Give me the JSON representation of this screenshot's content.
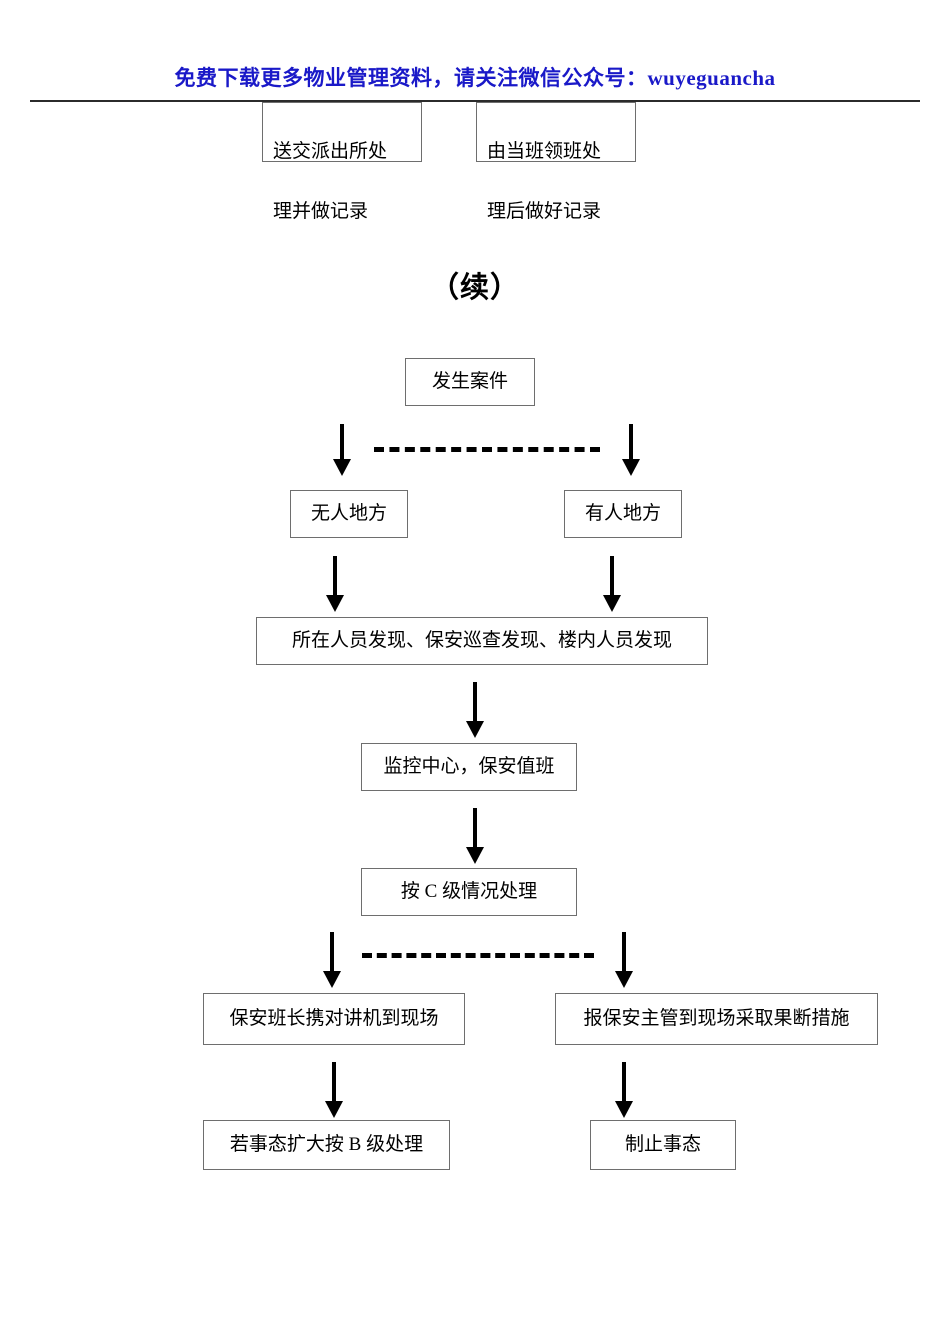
{
  "document": {
    "promo_header": "免费下载更多物业管理资料，请关注微信公众号：wuyeguancha",
    "section_title": "（续）",
    "colors": {
      "promo_text": "#1a19c8",
      "rule": "#2b2b2b",
      "box_border": "#6e6e6e",
      "flow_line": "#000000",
      "page_background": "#ffffff"
    }
  },
  "top_boxes": [
    {
      "line1": "送交派出所处",
      "line2": "理并做记录"
    },
    {
      "line1": "由当班领班处",
      "line2": "理后做好记录"
    }
  ],
  "flowchart": {
    "type": "flowchart",
    "nodes": [
      {
        "id": "start",
        "label": "发生案件"
      },
      {
        "id": "no-person",
        "label": "无人地方"
      },
      {
        "id": "has-person",
        "label": "有人地方"
      },
      {
        "id": "discovery",
        "label": "所在人员发现、保安巡查发现、楼内人员发现"
      },
      {
        "id": "monitor",
        "label": "监控中心，保安值班"
      },
      {
        "id": "level-c",
        "label": "按 C 级情况处理"
      },
      {
        "id": "guard-leader",
        "label": "保安班长携对讲机到现场"
      },
      {
        "id": "report-super",
        "label": "报保安主管到现场采取果断措施"
      },
      {
        "id": "escalate-b",
        "label": "若事态扩大按 B 级处理"
      },
      {
        "id": "stop-event",
        "label": "制止事态"
      }
    ],
    "edges": [
      {
        "from": "start",
        "to": "no-person",
        "style": "arrow"
      },
      {
        "from": "start",
        "to": "has-person",
        "style": "arrow"
      },
      {
        "from": "start",
        "to": "branch-1",
        "style": "dashed"
      },
      {
        "from": "no-person",
        "to": "discovery",
        "style": "arrow"
      },
      {
        "from": "has-person",
        "to": "discovery",
        "style": "arrow"
      },
      {
        "from": "discovery",
        "to": "monitor",
        "style": "arrow"
      },
      {
        "from": "monitor",
        "to": "level-c",
        "style": "arrow"
      },
      {
        "from": "level-c",
        "to": "guard-leader",
        "style": "arrow"
      },
      {
        "from": "level-c",
        "to": "report-super",
        "style": "arrow"
      },
      {
        "from": "level-c",
        "to": "branch-2",
        "style": "dashed"
      },
      {
        "from": "guard-leader",
        "to": "escalate-b",
        "style": "arrow"
      },
      {
        "from": "report-super",
        "to": "stop-event",
        "style": "arrow"
      }
    ]
  }
}
